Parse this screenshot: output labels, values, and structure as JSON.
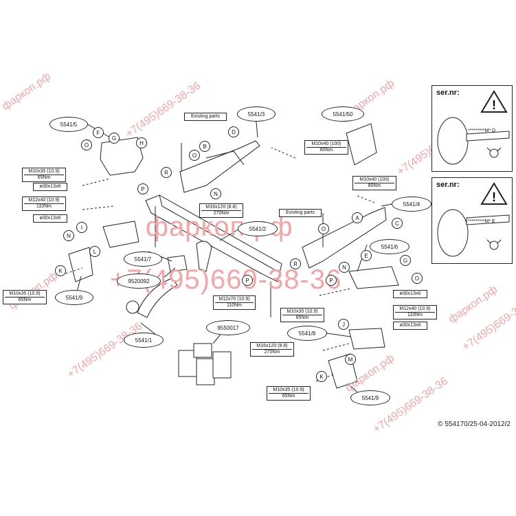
{
  "watermark": {
    "site": "фаркоп.рф",
    "phone": "+7(495)669-38-36",
    "site_partial_1": "фаркоп.рф",
    "phone_partial_1": "+7(495)669-38-36",
    "color": "#f3a6a6"
  },
  "callouts": {
    "c5541_5": "5541/5",
    "c5541_3": "5541/3",
    "c5541_50": "5541/50",
    "c5541_4": "5541/4",
    "c5541_6": "5541/6",
    "c5541_2": "5541/2",
    "c5541_7": "5541/7",
    "c9520092": "9520092",
    "c5541_9a": "5541/9",
    "c5541_1": "5541/1",
    "c9550017": "9550017",
    "c5541_8": "5541/8",
    "c5541_9b": "5541/9"
  },
  "letters": {
    "F": "F",
    "G1": "G",
    "O1": "O",
    "H": "H",
    "B": "B",
    "D": "D",
    "R1": "R",
    "O2": "O",
    "N1": "N",
    "P1": "P",
    "I": "I",
    "N2": "N",
    "L": "L",
    "K1": "K",
    "O3": "O",
    "A": "A",
    "C": "C",
    "R2": "R",
    "N3": "N",
    "E": "E",
    "G2": "G",
    "O4": "O",
    "P2": "P",
    "P3": "P",
    "J": "J",
    "M": "M",
    "K2": "K"
  },
  "specs": {
    "m10x35_a": {
      "line1": "M10x35 (10.9)",
      "line2": "65Nm"
    },
    "d30_a": {
      "line1": "ø30x13x6"
    },
    "m12x40_a": {
      "line1": "M12x40 (10.9)",
      "line2": "110Nm"
    },
    "d30_b": {
      "line1": "ø30x13x6"
    },
    "m10x40_a": {
      "line1": "M10x40 (100)",
      "line2": "80Nm"
    },
    "m16x120_a": {
      "line1": "M16x120 (8.8)",
      "line2": "270Nm"
    },
    "m10x40_b": {
      "line1": "M10x40 (100)",
      "line2": "80Nm"
    },
    "m10x35_b": {
      "line1": "M10x35 (10.9)",
      "line2": "65Nm"
    },
    "m12x70": {
      "line1": "M12x70 (10.9)",
      "line2": "110Nm"
    },
    "m10x35_c": {
      "line1": "M10x35 (10.9)",
      "line2": "65Nm"
    },
    "d30_c": {
      "line1": "ø30x13x6"
    },
    "m12x40_b": {
      "line1": "M12x40 (10.9)",
      "line2": "110Nm"
    },
    "d30_d": {
      "line1": "ø30x13x6"
    },
    "m16x120_b": {
      "line1": "M16x120 (8.8)",
      "line2": "270Nm"
    },
    "m10x35_d": {
      "line1": "M10x35 (10.9)",
      "line2": "65Nm"
    }
  },
  "labels": {
    "existing1": "Existing parts",
    "existing2": "Existing parts"
  },
  "panels": {
    "ser1_title": "ser.nr:",
    "ser1_code": "*********M* D",
    "ser2_title": "ser.nr:",
    "ser2_code": "*********M* E"
  },
  "copyright": "© 554170/25-04-2012/2"
}
